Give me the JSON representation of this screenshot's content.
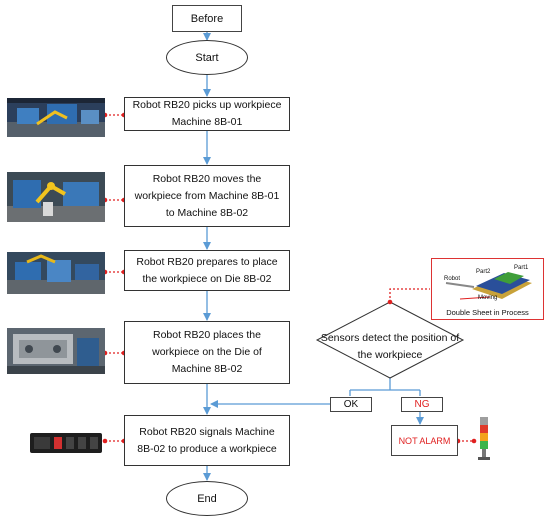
{
  "title": "Before",
  "start": "Start",
  "end": "End",
  "steps": [
    "Robot RB20 picks up workpiece Machine 8B-01",
    "Robot RB20 moves the workpiece from Machine 8B-01 to Machine 8B-02",
    "Robot RB20 prepares to place the workpiece on Die 8B-02",
    "Robot RB20 places the workpiece on the Die of Machine 8B-02",
    "Robot RB20 signals Machine 8B-02 to produce a workpiece"
  ],
  "decision": "Sensors detect the position of the workpiece",
  "ok": "OK",
  "ng": "NG",
  "not_alarm": "NOT ALARM",
  "inset": {
    "caption": "Double Sheet in Process",
    "labels": {
      "robot": "Robot",
      "part2": "Part2",
      "part1": "Part1",
      "moving": "Moving"
    }
  },
  "colors": {
    "arrow": "#5b9bd5",
    "alert": "#e02020",
    "border": "#333333"
  },
  "icons": [
    "robot-photo-icon",
    "machine-photo-icon",
    "plc-device-icon",
    "signal-tower-icon"
  ]
}
